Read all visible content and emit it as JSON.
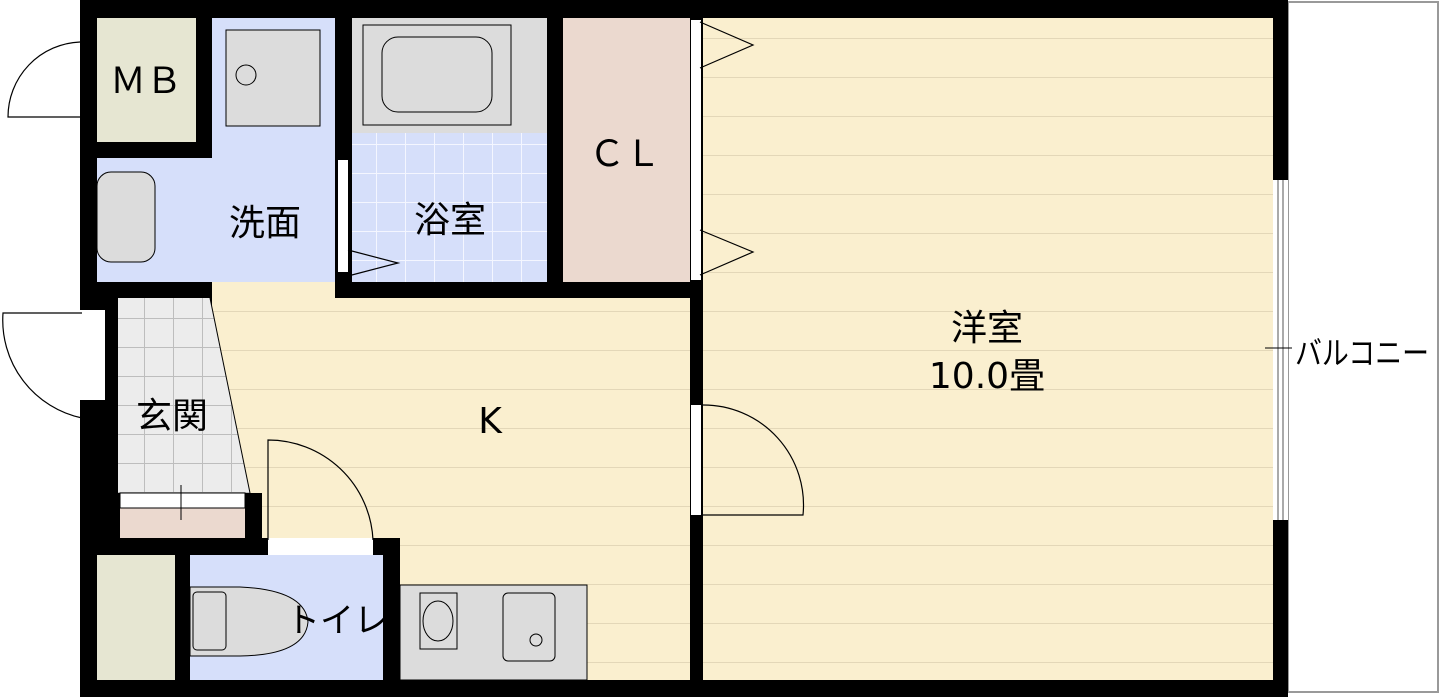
{
  "floorplan": {
    "rooms": {
      "mb": "ＭＢ",
      "washroom": "洗面",
      "bathroom": "浴室",
      "closet": "ＣＬ",
      "western_room": "洋室",
      "western_room_size": "10.0畳",
      "kitchen": "K",
      "entrance": "玄関",
      "toilet": "トイレ",
      "balcony": "バルコニー"
    },
    "colors": {
      "wall": "#000000",
      "mb": "#e6e6d2",
      "wet_area": "#d6dffa",
      "closet": "#ebd9cf",
      "floor": "#faefcf",
      "entrance_tile": "#ececec",
      "fixture": "#dcdcdc",
      "shoe_box": "#ebd9cf"
    }
  }
}
